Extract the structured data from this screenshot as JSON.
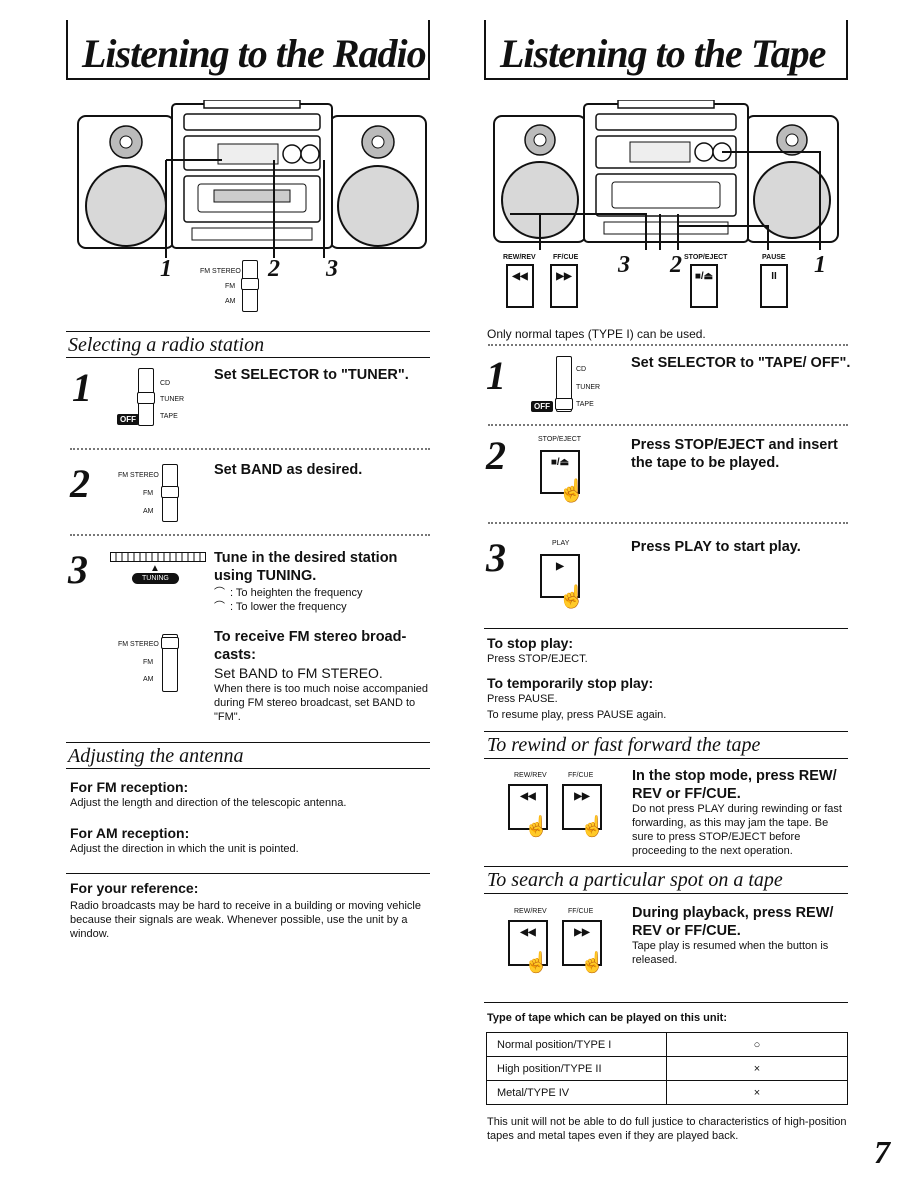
{
  "left": {
    "title": "Listening to the Radio",
    "callouts": [
      "1",
      "2",
      "3"
    ],
    "band_labels": [
      "FM STEREO",
      "FM",
      "AM"
    ],
    "selecting": {
      "heading": "Selecting a radio station",
      "steps": [
        {
          "num": "1",
          "text": "Set SELECTOR to \"TUNER\".",
          "labels": [
            "CD",
            "TUNER",
            "TAPE"
          ],
          "off": "OFF"
        },
        {
          "num": "2",
          "text": "Set BAND as desired."
        },
        {
          "num": "3",
          "text": "Tune in the desired station using TUNING.",
          "tuning_label": "TUNING",
          "notes": [
            ": To heighten the frequency",
            ": To lower the frequency"
          ]
        }
      ],
      "fm_stereo": {
        "heading": "To receive FM stereo broad-casts:",
        "text": "Set BAND to FM STEREO.",
        "note": "When there is too much noise accompanied during FM stereo broadcast, set BAND to \"FM\"."
      }
    },
    "antenna": {
      "heading": "Adjusting the antenna",
      "fm_heading": "For FM reception:",
      "fm_text": "Adjust the length and direction of the telescopic antenna.",
      "am_heading": "For AM reception:",
      "am_text": "Adjust the direction in which the unit is pointed."
    },
    "reference": {
      "heading": "For your reference:",
      "text": "Radio broadcasts may be hard to receive in a building or moving vehicle because their signals are weak. Whenever possible, use the unit by a window."
    }
  },
  "right": {
    "title": "Listening to the Tape",
    "button_labels": [
      "REW/REV",
      "FF/CUE",
      "STOP/EJECT",
      "PAUSE"
    ],
    "callouts": [
      "3",
      "2",
      "1"
    ],
    "button_symbols": {
      "rew": "◀◀",
      "ff": "▶▶",
      "stop": "■/⏏",
      "pause": "II",
      "play": "▶"
    },
    "only_normal": "Only normal tapes (TYPE I) can be used.",
    "steps": [
      {
        "num": "1",
        "text": "Set SELECTOR to \"TAPE/ OFF\".",
        "labels": [
          "CD",
          "TUNER",
          "TAPE"
        ],
        "off": "OFF"
      },
      {
        "num": "2",
        "label": "STOP/EJECT",
        "text": "Press STOP/EJECT and insert the tape to be played."
      },
      {
        "num": "3",
        "label": "PLAY",
        "text": "Press PLAY to start play."
      }
    ],
    "stop": {
      "heading": "To stop play:",
      "text": "Press STOP/EJECT."
    },
    "pause": {
      "heading": "To temporarily stop play:",
      "text1": "Press PAUSE.",
      "text2": "To resume play, press PAUSE again."
    },
    "rewind": {
      "heading": "To rewind or fast forward the tape",
      "text": "In the stop mode, press REW/ REV or FF/CUE.",
      "note": "Do not press PLAY during rewinding or fast forwarding, as this may jam the tape. Be sure to press STOP/EJECT before proceeding to the next operation."
    },
    "search": {
      "heading": "To search a particular spot on a tape",
      "text": "During playback, press REW/ REV or FF/CUE.",
      "note": "Tape play is resumed when the button is released."
    },
    "tape_table": {
      "heading": "Type of tape which can be played on this unit:",
      "rows": [
        [
          "Normal position/TYPE I",
          "○"
        ],
        [
          "High position/TYPE II",
          "×"
        ],
        [
          "Metal/TYPE IV",
          "×"
        ]
      ],
      "note": "This unit will not be able to do full justice to characteristics of high-position tapes and metal tapes even if they are played back."
    }
  },
  "page_number": "7"
}
